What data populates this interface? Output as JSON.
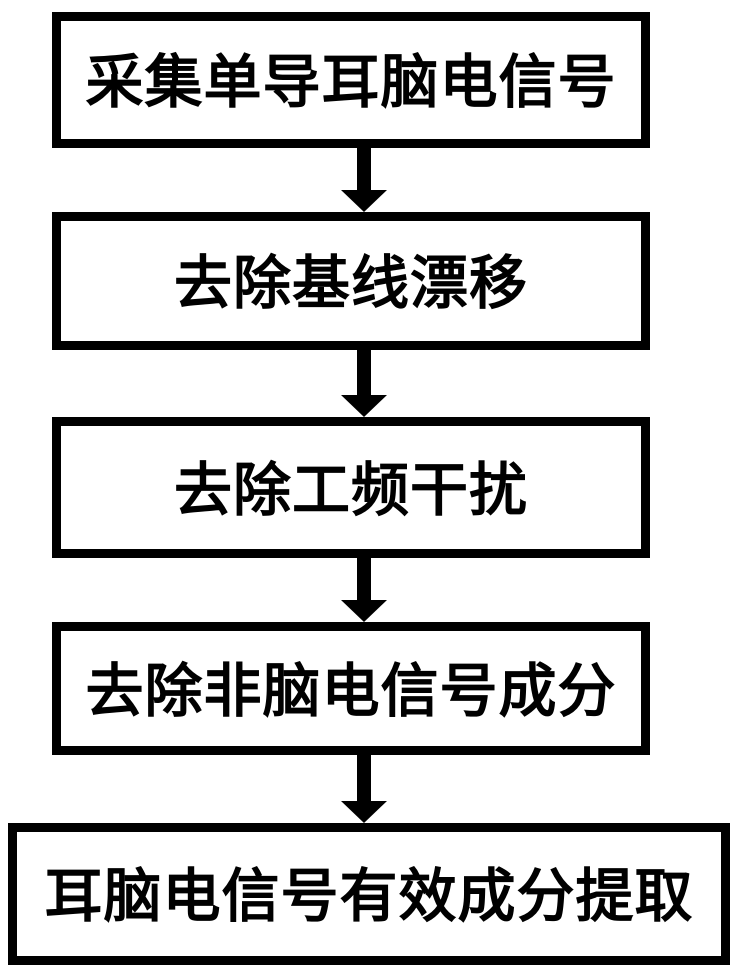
{
  "flowchart": {
    "type": "vertical-process-flow",
    "steps": [
      {
        "id": 1,
        "label": "采集单导耳脑电信号"
      },
      {
        "id": 2,
        "label": "去除基线漂移"
      },
      {
        "id": 3,
        "label": "去除工频干扰"
      },
      {
        "id": 4,
        "label": "去除非脑电信号成分"
      },
      {
        "id": 5,
        "label": "耳脑电信号有效成分提取"
      }
    ],
    "connector": "solid-down-arrow"
  },
  "colors": {
    "stroke": "#000000",
    "text": "#000000",
    "background": "#ffffff"
  }
}
